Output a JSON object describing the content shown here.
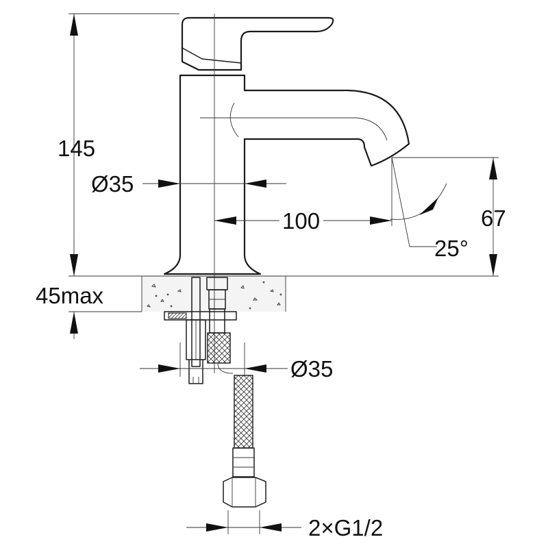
{
  "dimensions": {
    "height_total": "145",
    "body_diameter": "Ø35",
    "spout_reach": "100",
    "spout_height": "67",
    "spout_angle": "25°",
    "max_deck_thickness": "45max",
    "mounting_hole_diameter": "Ø35",
    "connections": "2×G1/2"
  },
  "colors": {
    "line": "#1a1a1a",
    "deck_fill": "#f4f4f4",
    "background": "#ffffff"
  }
}
